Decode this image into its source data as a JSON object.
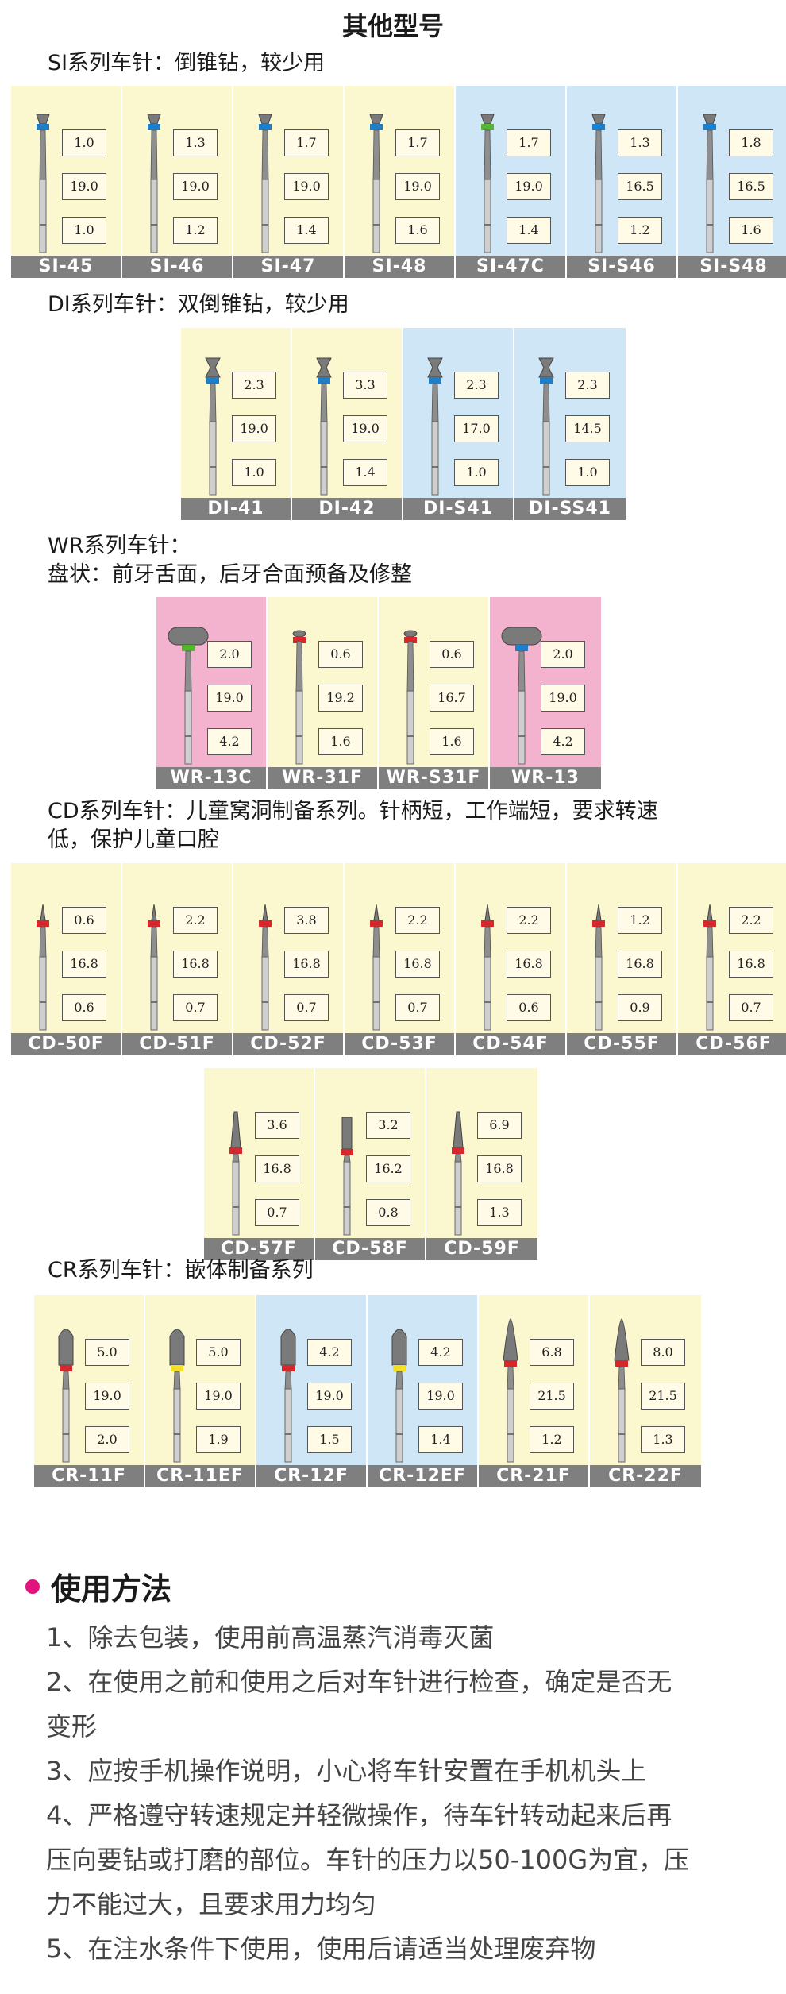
{
  "title": "其他型号",
  "colors": {
    "yellow": "#fbf7cf",
    "blue": "#cfe6f7",
    "pink": "#f3b2ce",
    "label_bar": "#7f7f7f",
    "bullet": "#e4127e"
  },
  "sections": [
    {
      "label": [
        "SI系列车针：倒锥钻，较少用"
      ],
      "rows": [
        [
          {
            "code": "SI-45",
            "bg": "yellow",
            "shape": "cone",
            "band": "#1e7fc8",
            "v": [
              "1.0",
              "19.0",
              "1.0"
            ]
          },
          {
            "code": "SI-46",
            "bg": "yellow",
            "shape": "cone",
            "band": "#1e7fc8",
            "v": [
              "1.3",
              "19.0",
              "1.2"
            ]
          },
          {
            "code": "SI-47",
            "bg": "yellow",
            "shape": "cone",
            "band": "#1e7fc8",
            "v": [
              "1.7",
              "19.0",
              "1.4"
            ]
          },
          {
            "code": "SI-48",
            "bg": "yellow",
            "shape": "cone",
            "band": "#1e7fc8",
            "v": [
              "1.7",
              "19.0",
              "1.6"
            ]
          },
          {
            "code": "SI-47C",
            "bg": "blue",
            "shape": "cone",
            "band": "#55b531",
            "v": [
              "1.7",
              "19.0",
              "1.4"
            ]
          },
          {
            "code": "SI-S46",
            "bg": "blue",
            "shape": "cone",
            "band": "#1e7fc8",
            "v": [
              "1.3",
              "16.5",
              "1.2"
            ]
          },
          {
            "code": "SI-S48",
            "bg": "blue",
            "shape": "cone",
            "band": "#1e7fc8",
            "v": [
              "1.8",
              "16.5",
              "1.6"
            ]
          }
        ]
      ]
    },
    {
      "label": [
        "DI系列车针：双倒锥钻，较少用"
      ],
      "rows": [
        [
          {
            "code": "DI-41",
            "bg": "yellow",
            "shape": "hourglass",
            "band": "#1e7fc8",
            "v": [
              "2.3",
              "19.0",
              "1.0"
            ]
          },
          {
            "code": "DI-42",
            "bg": "yellow",
            "shape": "hourglass",
            "band": "#1e7fc8",
            "v": [
              "3.3",
              "19.0",
              "1.4"
            ]
          },
          {
            "code": "DI-S41",
            "bg": "blue",
            "shape": "hourglass",
            "band": "#1e7fc8",
            "v": [
              "2.3",
              "17.0",
              "1.0"
            ]
          },
          {
            "code": "DI-SS41",
            "bg": "blue",
            "shape": "hourglass",
            "band": "#1e7fc8",
            "v": [
              "2.3",
              "14.5",
              "1.0"
            ]
          }
        ]
      ]
    },
    {
      "label": [
        "WR系列车针：",
        "盘状：前牙舌面，后牙合面预备及修整"
      ],
      "rows": [
        [
          {
            "code": "WR-13C",
            "bg": "pink",
            "shape": "disc",
            "band": "#55b531",
            "v": [
              "2.0",
              "19.0",
              "4.2"
            ]
          },
          {
            "code": "WR-31F",
            "bg": "yellow",
            "shape": "wheel",
            "band": "#d9262a",
            "v": [
              "0.6",
              "19.2",
              "1.6"
            ]
          },
          {
            "code": "WR-S31F",
            "bg": "yellow",
            "shape": "wheel",
            "band": "#d9262a",
            "v": [
              "0.6",
              "16.7",
              "1.6"
            ]
          },
          {
            "code": "WR-13",
            "bg": "pink",
            "shape": "disc",
            "band": "#1e7fc8",
            "v": [
              "2.0",
              "19.0",
              "4.2"
            ]
          }
        ]
      ]
    },
    {
      "label": [
        "CD系列车针：儿童窝洞制备系列。针柄短，工作端短，要求转速",
        "低，保护儿童口腔"
      ],
      "rows": [
        [
          {
            "code": "CD-50F",
            "bg": "yellow",
            "shape": "needle",
            "band": "#d9262a",
            "v": [
              "0.6",
              "16.8",
              "0.6"
            ]
          },
          {
            "code": "CD-51F",
            "bg": "yellow",
            "shape": "needle",
            "band": "#d9262a",
            "v": [
              "2.2",
              "16.8",
              "0.7"
            ]
          },
          {
            "code": "CD-52F",
            "bg": "yellow",
            "shape": "needle",
            "band": "#d9262a",
            "v": [
              "3.8",
              "16.8",
              "0.7"
            ]
          },
          {
            "code": "CD-53F",
            "bg": "yellow",
            "shape": "needle",
            "band": "#d9262a",
            "v": [
              "2.2",
              "16.8",
              "0.7"
            ]
          },
          {
            "code": "CD-54F",
            "bg": "yellow",
            "shape": "needle",
            "band": "#d9262a",
            "v": [
              "2.2",
              "16.8",
              "0.6"
            ]
          },
          {
            "code": "CD-55F",
            "bg": "yellow",
            "shape": "needle",
            "band": "#d9262a",
            "v": [
              "1.2",
              "16.8",
              "0.9"
            ]
          },
          {
            "code": "CD-56F",
            "bg": "yellow",
            "shape": "needle",
            "band": "#d9262a",
            "v": [
              "2.2",
              "16.8",
              "0.7"
            ]
          }
        ],
        [
          {
            "code": "CD-57F",
            "bg": "yellow",
            "shape": "taper",
            "band": "#d9262a",
            "v": [
              "3.6",
              "16.8",
              "0.7"
            ]
          },
          {
            "code": "CD-58F",
            "bg": "yellow",
            "shape": "cyl",
            "band": "#d9262a",
            "v": [
              "3.2",
              "16.2",
              "0.8"
            ]
          },
          {
            "code": "CD-59F",
            "bg": "yellow",
            "shape": "taper",
            "band": "#d9262a",
            "v": [
              "6.9",
              "16.8",
              "1.3"
            ]
          }
        ]
      ]
    },
    {
      "label": [
        "CR系列车针：嵌体制备系列"
      ],
      "rows": [
        [
          {
            "code": "CR-11F",
            "bg": "yellow",
            "shape": "bullet",
            "band": "#d9262a",
            "v": [
              "5.0",
              "19.0",
              "2.0"
            ]
          },
          {
            "code": "CR-11EF",
            "bg": "yellow",
            "shape": "bullet",
            "band": "#f2e21b",
            "v": [
              "5.0",
              "19.0",
              "1.9"
            ]
          },
          {
            "code": "CR-12F",
            "bg": "blue",
            "shape": "bullet",
            "band": "#d9262a",
            "v": [
              "4.2",
              "19.0",
              "1.5"
            ]
          },
          {
            "code": "CR-12EF",
            "bg": "blue",
            "shape": "bullet",
            "band": "#f2e21b",
            "v": [
              "4.2",
              "19.0",
              "1.4"
            ]
          },
          {
            "code": "CR-21F",
            "bg": "yellow",
            "shape": "longtaper",
            "band": "#d9262a",
            "v": [
              "6.8",
              "21.5",
              "1.2"
            ]
          },
          {
            "code": "CR-22F",
            "bg": "yellow",
            "shape": "longtaper",
            "band": "#d9262a",
            "v": [
              "8.0",
              "21.5",
              "1.3"
            ]
          }
        ]
      ]
    }
  ],
  "usage": {
    "heading": "使用方法",
    "lines": [
      "1、除去包装，使用前高温蒸汽消毒灭菌",
      "2、在使用之前和使用之后对车针进行检查，确定是否无",
      "变形",
      "3、应按手机操作说明，小心将车针安置在手机机头上",
      "4、严格遵守转速规定并轻微操作，待车针转动起来后再",
      "压向要钻或打磨的部位。车针的压力以50-100G为宜，压",
      "力不能过大，且要求用力均匀",
      "5、在注水条件下使用，使用后请适当处理废弃物"
    ]
  }
}
